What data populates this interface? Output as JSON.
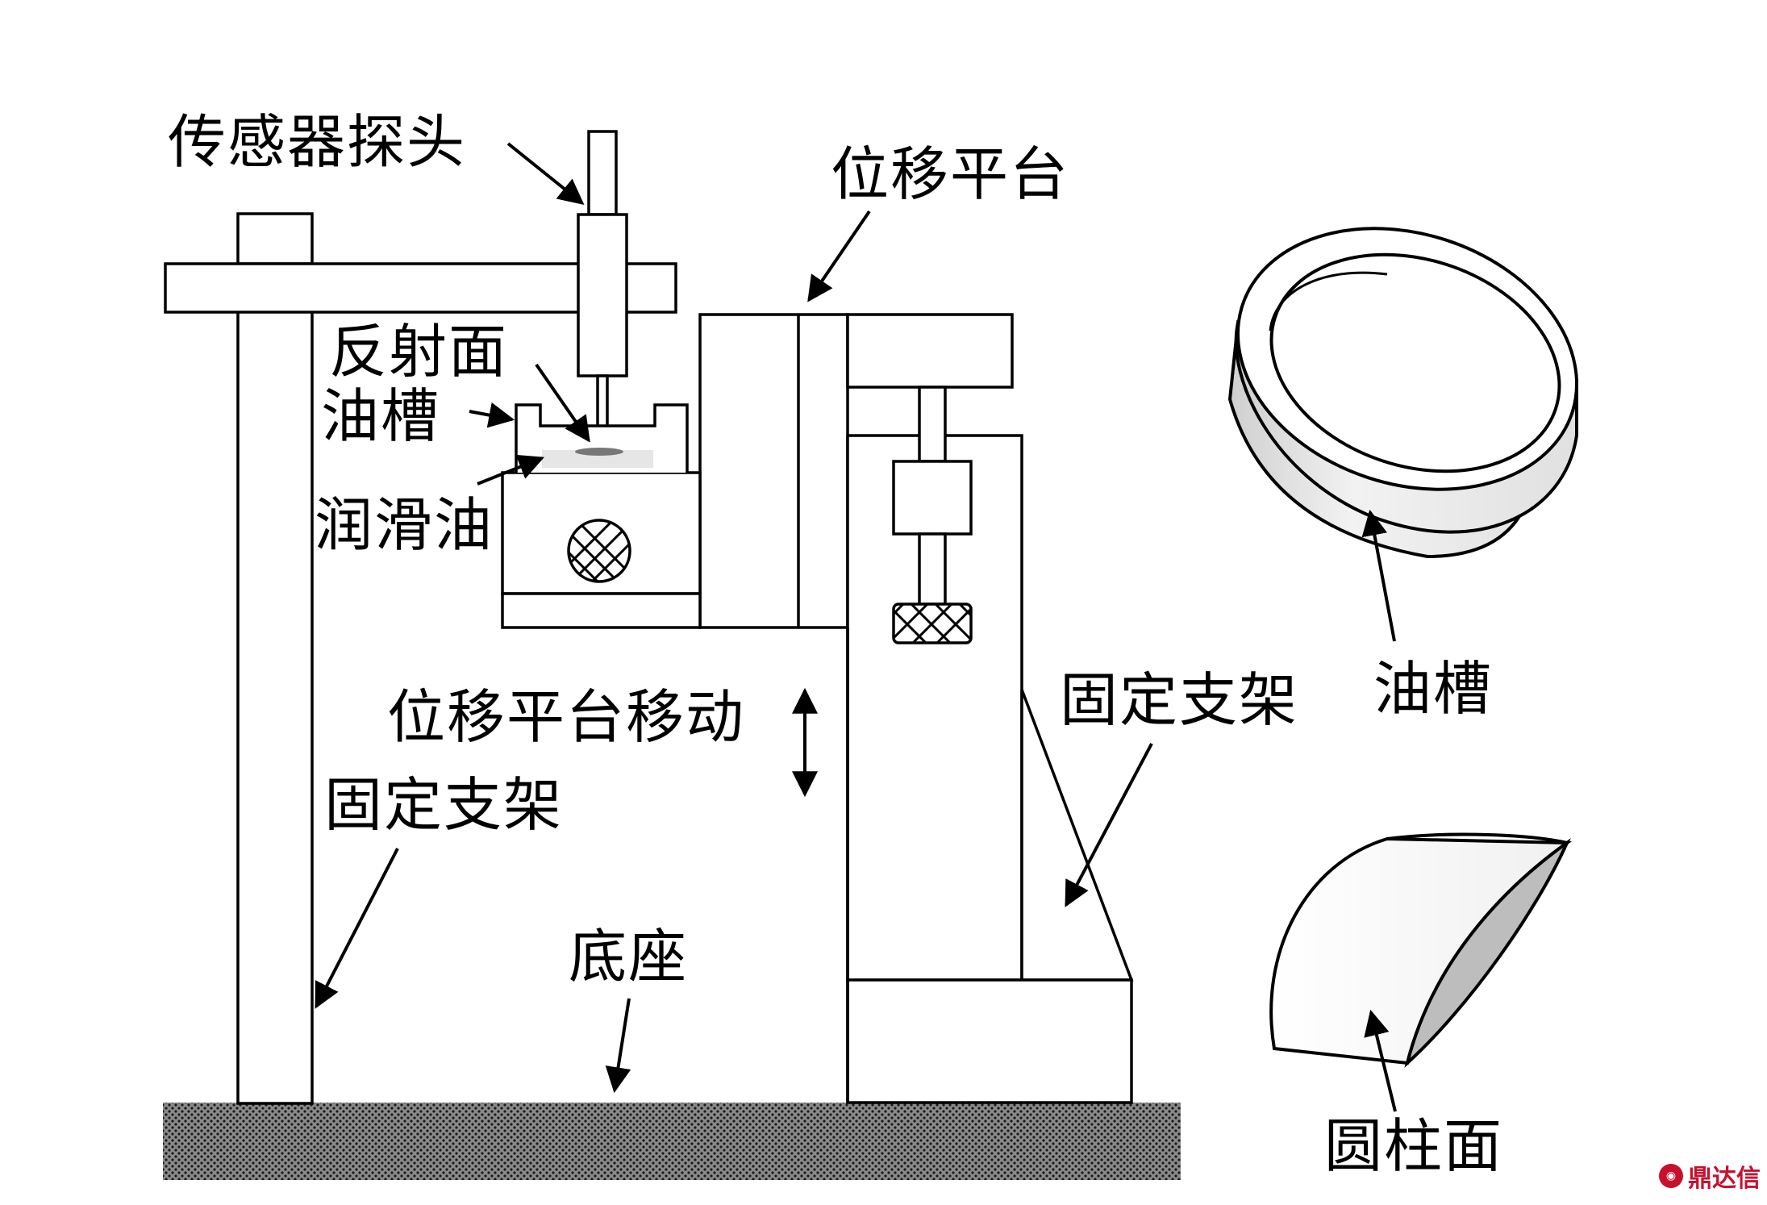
{
  "labels": {
    "sensor_probe": "传感器探头",
    "displacement_stage": "位移平台",
    "reflective_surface": "反射面",
    "oil_groove_left": "油槽",
    "lubricating_oil": "润滑油",
    "stage_movement": "位移平台移动",
    "fixed_bracket_left": "固定支架",
    "fixed_bracket_right": "固定支架",
    "base": "底座",
    "oil_groove_right": "油槽",
    "cylindrical_surface": "圆柱面"
  },
  "watermark": {
    "text": "鼎达信"
  },
  "colors": {
    "line": "#000000",
    "fill": "#ffffff",
    "shade": "#d9d9d9",
    "base_pattern": "#444444",
    "watermark": "#c8102e"
  }
}
